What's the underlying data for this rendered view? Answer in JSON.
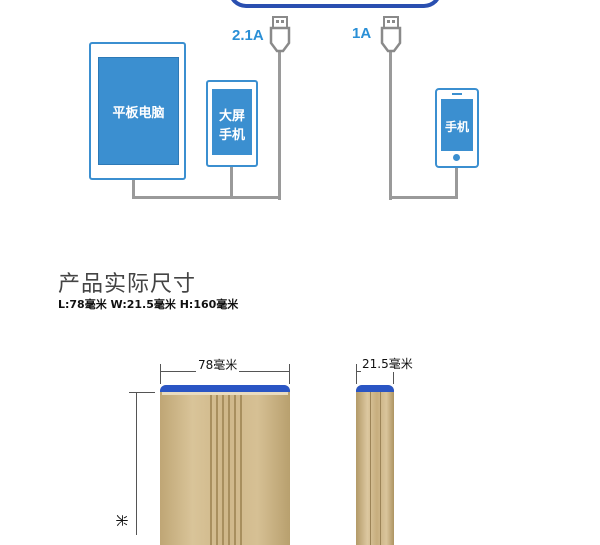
{
  "diagram": {
    "tablet_label": "平板电脑",
    "large_phone_label_line1": "大屏",
    "large_phone_label_line2": "手机",
    "phone_label": "手机",
    "port1_current": "2.1A",
    "port2_current": "1A"
  },
  "section": {
    "title": "产品实际尺寸",
    "dimensions_text": "L:78毫米 W:21.5毫米 H:160毫米"
  },
  "product": {
    "width_label": "78毫米",
    "depth_label": "21.5毫米",
    "height_label_partial": "米"
  },
  "colors": {
    "accent_blue": "#2a8fd6",
    "device_fill": "#3b8fd0",
    "wire_gray": "#9a9a9a",
    "gold": "#cdb58a"
  }
}
